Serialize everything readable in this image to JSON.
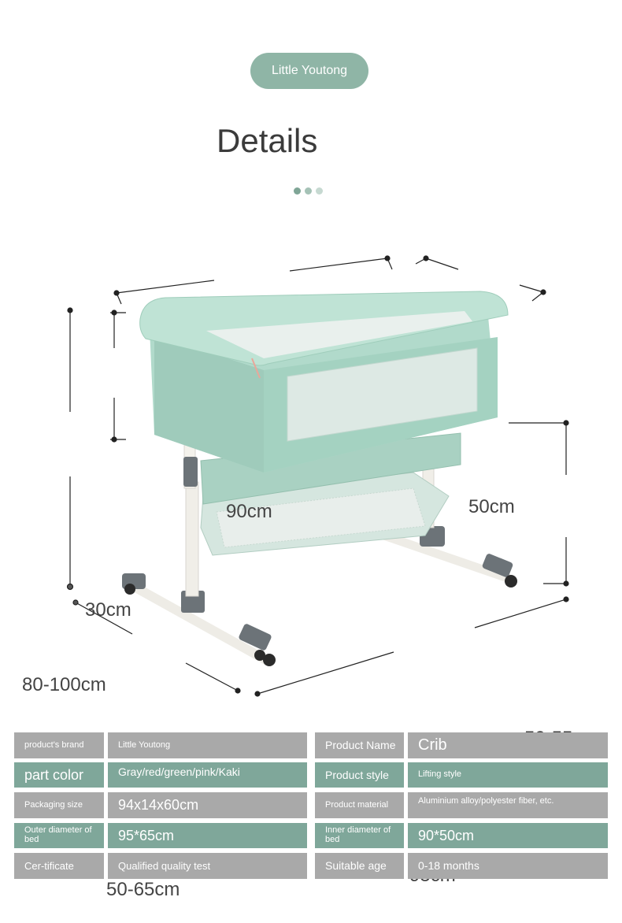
{
  "header": {
    "brand_pill": "Little Youtong",
    "title": "Details"
  },
  "dimensions": {
    "length": "90cm",
    "width": "50cm",
    "basket_height": "30cm",
    "total_height": "80-100cm",
    "bed_height": "50-55cm",
    "base_length": "95cm",
    "base_width": "50-65cm"
  },
  "specs": {
    "rows": [
      {
        "label1": "product's brand",
        "value1": "Little Youtong",
        "label2": "Product Name",
        "value2": "Crib"
      },
      {
        "label1": "part color",
        "value1": "Gray/red/green/pink/Kaki",
        "label2": "Product style",
        "value2": "Lifting style"
      },
      {
        "label1": "Packaging size",
        "value1": "94x14x60cm",
        "label2": "Product material",
        "value2": "Aluminium alloy/polyester fiber, etc."
      },
      {
        "label1": "Outer diameter of bed",
        "value1": "95*65cm",
        "label2": "Inner diameter of bed",
        "value2": "90*50cm"
      },
      {
        "label1": "Cer-tificate",
        "value1": "Qualified quality test",
        "label2": "Suitable age",
        "value2": "0-18 months"
      }
    ]
  },
  "colors": {
    "accent_green": "#7fa79a",
    "crib_green": "#a8d3c4",
    "spec_gray": "#a9a9a9"
  }
}
